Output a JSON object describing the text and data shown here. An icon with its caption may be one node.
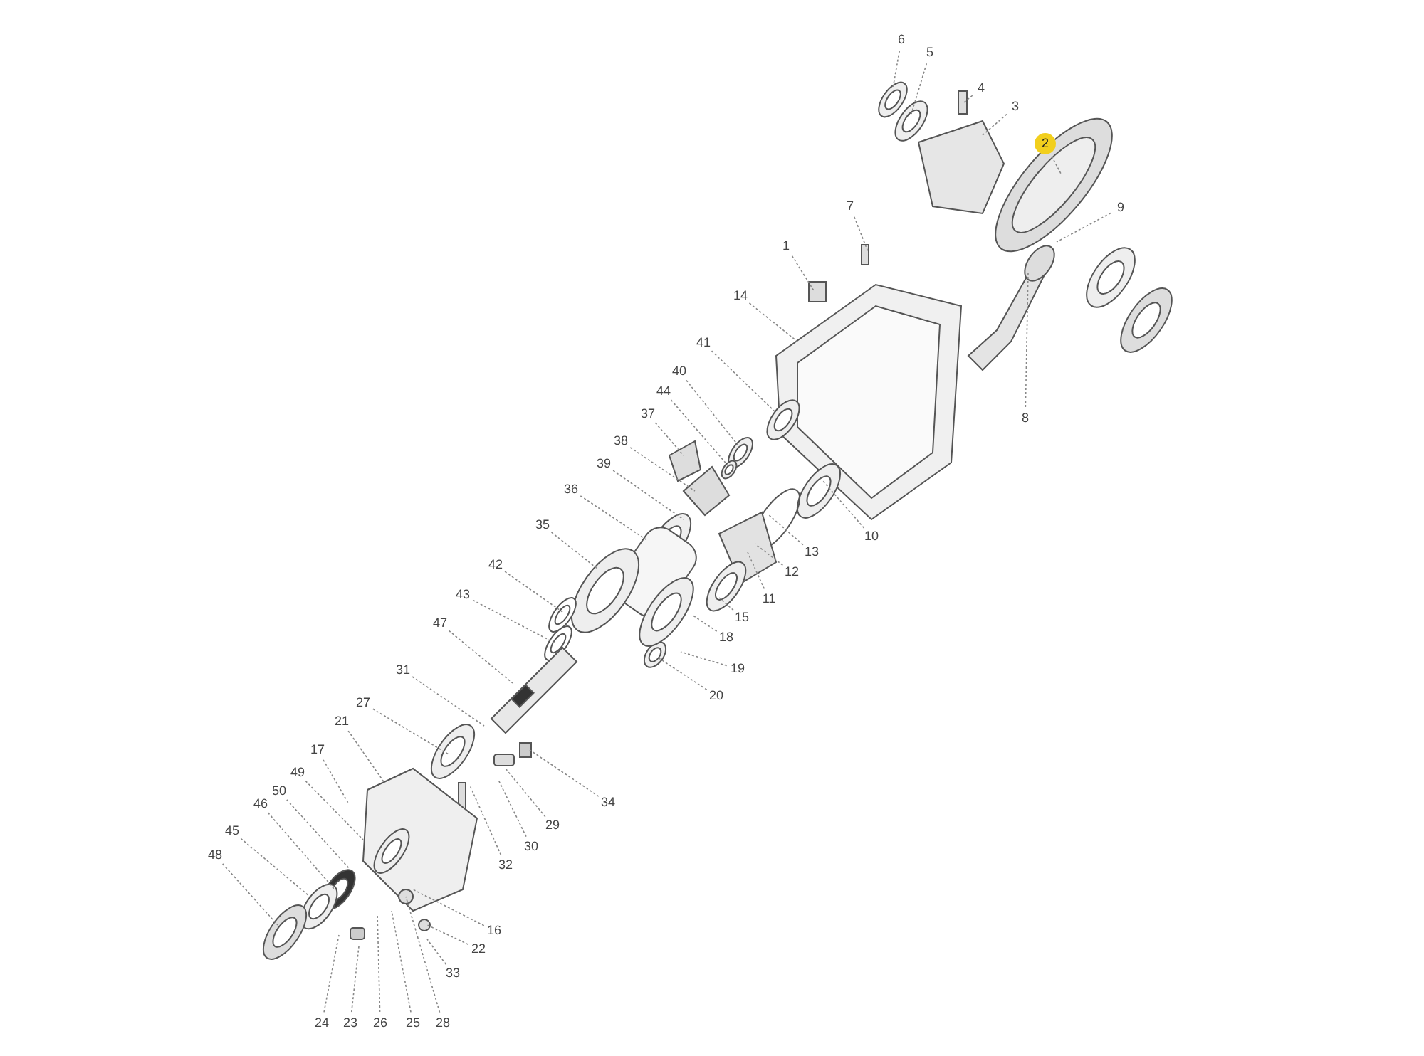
{
  "diagram": {
    "nodes": [
      {
        "text": [
          "6"
        ]
      },
      {
        "text": [
          "5"
        ]
      },
      {
        "text": [
          "4"
        ]
      },
      {
        "text": [
          "3"
        ]
      },
      {
        "text": [
          "2"
        ]
      },
      {
        "text": [
          "7"
        ]
      },
      {
        "text": [
          "9"
        ]
      },
      {
        "text": [
          "1"
        ]
      },
      {
        "text": [
          "14"
        ]
      },
      {
        "text": [
          "41"
        ]
      },
      {
        "text": [
          "40"
        ]
      },
      {
        "text": [
          "44"
        ]
      },
      {
        "text": [
          "37"
        ]
      },
      {
        "text": [
          "8"
        ]
      },
      {
        "text": [
          "38"
        ]
      },
      {
        "text": [
          "39"
        ]
      },
      {
        "text": [
          "36"
        ]
      },
      {
        "text": [
          "35"
        ]
      },
      {
        "text": [
          "10"
        ]
      },
      {
        "text": [
          "13"
        ]
      },
      {
        "text": [
          "42"
        ]
      },
      {
        "text": [
          "12"
        ]
      },
      {
        "text": [
          "43"
        ]
      },
      {
        "text": [
          "11"
        ]
      },
      {
        "text": [
          "15"
        ]
      },
      {
        "text": [
          "47"
        ]
      },
      {
        "text": [
          "18"
        ]
      },
      {
        "text": [
          "19"
        ]
      },
      {
        "text": [
          "31"
        ]
      },
      {
        "text": [
          "20"
        ]
      },
      {
        "text": [
          "27"
        ]
      },
      {
        "text": [
          "21"
        ]
      },
      {
        "text": [
          "17"
        ]
      },
      {
        "text": [
          "49"
        ]
      },
      {
        "text": [
          "50"
        ]
      },
      {
        "text": [
          "34"
        ]
      },
      {
        "text": [
          "46"
        ]
      },
      {
        "text": [
          "29"
        ]
      },
      {
        "text": [
          "45"
        ]
      },
      {
        "text": [
          "30"
        ]
      },
      {
        "text": [
          "48"
        ]
      },
      {
        "text": [
          "32"
        ]
      },
      {
        "text": [
          "16"
        ]
      },
      {
        "text": [
          "22"
        ]
      },
      {
        "text": [
          "33"
        ]
      },
      {
        "text": [
          "24"
        ]
      },
      {
        "text": [
          "23"
        ]
      },
      {
        "text": [
          "26"
        ]
      },
      {
        "text": [
          "25"
        ]
      },
      {
        "text": [
          "28"
        ]
      }
    ],
    "edges": [
      {
        "from": 0,
        "to": null,
        "arrow": "none"
      },
      {
        "from": 1,
        "to": null,
        "arrow": "none"
      },
      {
        "from": 2,
        "to": null,
        "arrow": "none"
      },
      {
        "from": 3,
        "to": null,
        "arrow": "none"
      },
      {
        "from": 4,
        "to": null,
        "arrow": "none"
      },
      {
        "from": 5,
        "to": null,
        "arrow": "none"
      },
      {
        "from": 6,
        "to": null,
        "arrow": "none"
      },
      {
        "from": 7,
        "to": null,
        "arrow": "none"
      },
      {
        "from": 8,
        "to": null,
        "arrow": "none"
      },
      {
        "from": 9,
        "to": null,
        "arrow": "none"
      },
      {
        "from": 10,
        "to": null,
        "arrow": "none"
      },
      {
        "from": 11,
        "to": null,
        "arrow": "none"
      },
      {
        "from": 12,
        "to": null,
        "arrow": "none"
      },
      {
        "from": 13,
        "to": null,
        "arrow": "none"
      },
      {
        "from": 14,
        "to": null,
        "arrow": "none"
      },
      {
        "from": 15,
        "to": null,
        "arrow": "none"
      },
      {
        "from": 16,
        "to": null,
        "arrow": "none"
      },
      {
        "from": 17,
        "to": null,
        "arrow": "none"
      },
      {
        "from": 18,
        "to": null,
        "arrow": "none"
      },
      {
        "from": 19,
        "to": null,
        "arrow": "none"
      },
      {
        "from": 20,
        "to": null,
        "arrow": "none"
      },
      {
        "from": 21,
        "to": null,
        "arrow": "none"
      },
      {
        "from": 22,
        "to": null,
        "arrow": "none"
      },
      {
        "from": 23,
        "to": null,
        "arrow": "none"
      },
      {
        "from": 24,
        "to": null,
        "arrow": "none"
      },
      {
        "from": 25,
        "to": null,
        "arrow": "none"
      },
      {
        "from": 26,
        "to": null,
        "arrow": "none"
      },
      {
        "from": 27,
        "to": null,
        "arrow": "none"
      },
      {
        "from": 28,
        "to": null,
        "arrow": "none"
      },
      {
        "from": 29,
        "to": null,
        "arrow": "none"
      },
      {
        "from": 30,
        "to": null,
        "arrow": "none"
      },
      {
        "from": 31,
        "to": null,
        "arrow": "none"
      },
      {
        "from": 32,
        "to": null,
        "arrow": "none"
      },
      {
        "from": 33,
        "to": null,
        "arrow": "none"
      },
      {
        "from": 34,
        "to": null,
        "arrow": "none"
      },
      {
        "from": 35,
        "to": null,
        "arrow": "none"
      },
      {
        "from": 36,
        "to": null,
        "arrow": "none"
      },
      {
        "from": 37,
        "to": null,
        "arrow": "none"
      },
      {
        "from": 38,
        "to": null,
        "arrow": "none"
      },
      {
        "from": 39,
        "to": null,
        "arrow": "none"
      },
      {
        "from": 40,
        "to": null,
        "arrow": "none"
      },
      {
        "from": 41,
        "to": null,
        "arrow": "none"
      },
      {
        "from": 42,
        "to": null,
        "arrow": "none"
      },
      {
        "from": 43,
        "to": null,
        "arrow": "none"
      },
      {
        "from": 44,
        "to": null,
        "arrow": "none"
      },
      {
        "from": 45,
        "to": null,
        "arrow": "none"
      },
      {
        "from": 46,
        "to": null,
        "arrow": "none"
      },
      {
        "from": 47,
        "to": null,
        "arrow": "none"
      },
      {
        "from": 48,
        "to": null,
        "arrow": "none"
      },
      {
        "from": 49,
        "to": null,
        "arrow": "none"
      }
    ]
  }
}
